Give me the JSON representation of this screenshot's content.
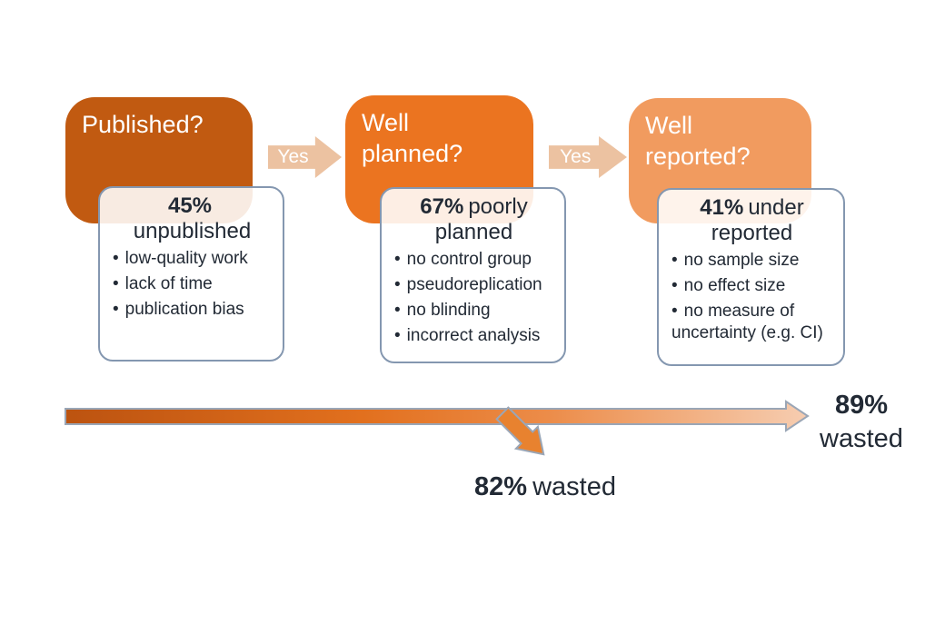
{
  "ui": {
    "yes_label": "Yes",
    "bullet_char": "•"
  },
  "colors": {
    "box1": "#c15a11",
    "box2": "#eb7420",
    "box3": "#f19b5f",
    "yes-arrow": "#ecc2a1",
    "callout-border": "#8497b0",
    "dark-text": "#222a35",
    "outline": "#9aa6b6",
    "branch-fill": "#e8822f",
    "bar-start": "#bc5310",
    "bar-mid1": "#e2701e",
    "bar-mid2": "#ec8c49",
    "bar-end": "#f6cdb1"
  },
  "stages": [
    {
      "title_lines": [
        "Published?"
      ]
    },
    {
      "title_lines": [
        "Well",
        "planned?"
      ]
    },
    {
      "title_lines": [
        "Well",
        "reported?"
      ]
    }
  ],
  "callouts": [
    {
      "stat": "45%",
      "stat_rest": "",
      "line2": "unpublished",
      "bullets": [
        "low-quality work",
        "lack of time",
        "publication bias"
      ]
    },
    {
      "stat": "67%",
      "stat_rest": "poorly",
      "line2": "planned",
      "bullets": [
        "no control group",
        "pseudoreplication",
        "no blinding",
        "incorrect analysis"
      ]
    },
    {
      "stat": "41%",
      "stat_rest": "under",
      "line2": "reported",
      "bullets": [
        "no sample size",
        "no effect size",
        "no measure of uncertainty (e.g. CI)"
      ]
    }
  ],
  "flow": {
    "end_stat": "89%",
    "end_label": "wasted",
    "branch_stat": "82%",
    "branch_label": "wasted"
  }
}
